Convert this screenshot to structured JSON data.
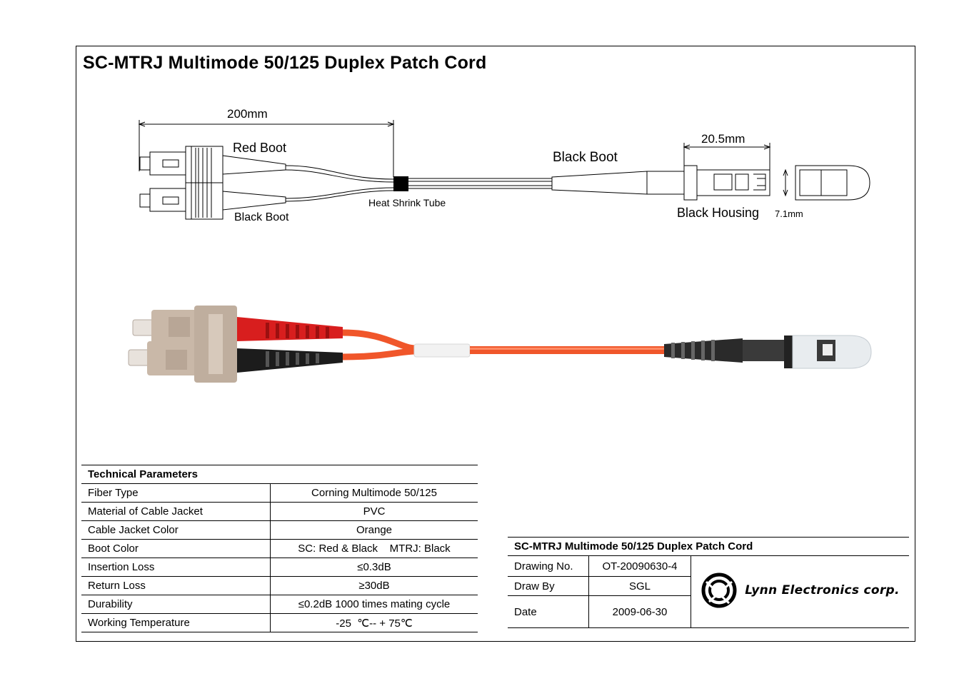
{
  "title": "SC-MTRJ Multimode 50/125 Duplex Patch Cord",
  "drawing": {
    "dim_200": "200mm",
    "dim_20_5": "20.5mm",
    "dim_7_1": "7.1mm",
    "red_boot": "Red Boot",
    "black_boot_sc": "Black Boot",
    "heat_shrink": "Heat Shrink Tube",
    "black_boot_mtrj": "Black Boot",
    "black_housing": "Black Housing"
  },
  "tech": {
    "header": "Technical Parameters",
    "rows": [
      {
        "label": "Fiber Type",
        "value": "Corning Multimode 50/125"
      },
      {
        "label": "Material of Cable Jacket",
        "value": "PVC"
      },
      {
        "label": "Cable Jacket Color",
        "value": "Orange"
      },
      {
        "label": "Boot Color",
        "value": "SC: Red & Black    MTRJ: Black"
      },
      {
        "label": "Insertion Loss",
        "value": "≤0.3dB"
      },
      {
        "label": "Return Loss",
        "value": "≥30dB"
      },
      {
        "label": "Durability",
        "value": "≤0.2dB 1000 times mating cycle"
      },
      {
        "label": "Working Temperature",
        "value": "-25  ℃-- + 75℃"
      }
    ]
  },
  "title_block": {
    "header": "SC-MTRJ Multimode 50/125 Duplex Patch Cord",
    "drawing_no_label": "Drawing No.",
    "drawing_no": "OT-20090630-4",
    "draw_by_label": "Draw By",
    "draw_by": "SGL",
    "date_label": "Date",
    "date": "2009-06-30",
    "company": "Lynn Electronics corp."
  },
  "colors": {
    "cable_orange": "#f0562a",
    "boot_red": "#d81e1e",
    "boot_black": "#1c1c1c",
    "sc_beige": "#c9b8a8",
    "heat_shrink_white": "#f2f2f2"
  }
}
